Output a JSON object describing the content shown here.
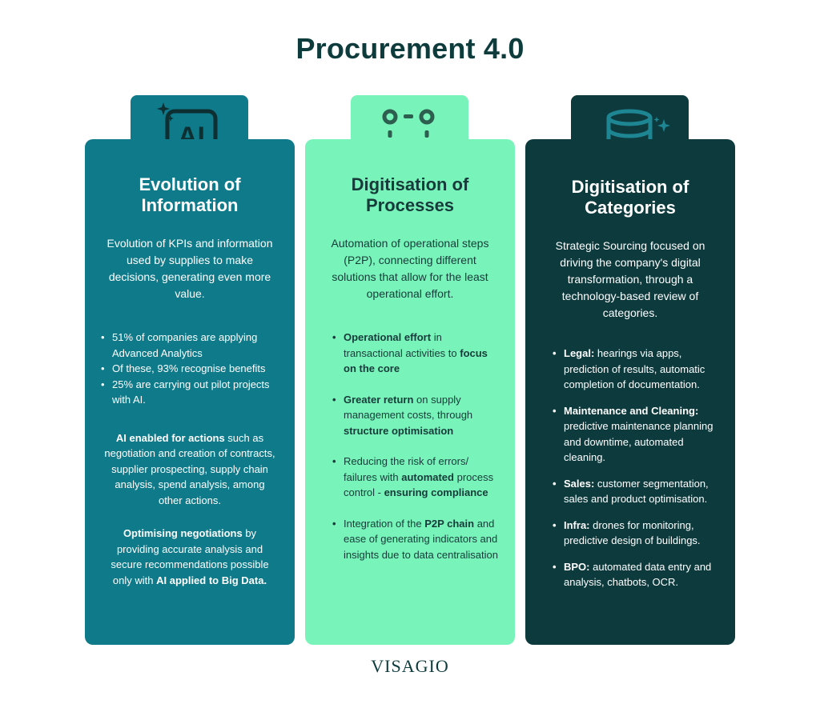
{
  "title": "Procurement 4.0",
  "logo": "VISAGIO",
  "colors": {
    "teal": "#0f7a8a",
    "mint": "#78f3b9",
    "dark": "#0d3a3d",
    "title": "#0e3b3c"
  },
  "cards": [
    {
      "icon": "ai-chip-icon",
      "icon_text": "AI",
      "title_line1": "Evolution of",
      "title_line2": "Information",
      "intro": "Evolution of KPIs and information used by supplies to make decisions, generating even more value.",
      "bullets": [
        "51% of companies are applying Advanced Analytics",
        "Of these, 93% recognise benefits",
        "25% are carrying out pilot projects with AI."
      ],
      "para1_bold": "AI enabled for actions",
      "para1_rest": " such as negotiation and creation of contracts, supplier prospecting, supply chain analysis, spend analysis, among other actions.",
      "para2_bold1": "Optimising negotiations",
      "para2_mid": " by providing accurate analysis and secure recommendations possible only with ",
      "para2_bold2": "AI applied to Big Data."
    },
    {
      "icon": "process-nodes-icon",
      "title_line1": "Digitisation of",
      "title_line2": "Processes",
      "intro": "Automation of operational steps (P2P), connecting different solutions that allow for the least operational effort.",
      "p1": {
        "b1": "Operational effort",
        "t1": " in transactional activities to ",
        "b2": "focus on the core"
      },
      "p2": {
        "b1": "Greater return",
        "t1": " on supply management costs, through ",
        "b2": "structure optimisation"
      },
      "p3": {
        "t0": "Reducing the risk of errors/ failures with ",
        "b1": "automated",
        "t1": " process control - ",
        "b2": "ensuring compliance"
      },
      "p4": {
        "t0": "Integration of the ",
        "b1": "P2P chain",
        "t1": " and ease of generating indicators and insights due to data centralisation"
      }
    },
    {
      "icon": "database-sparkle-icon",
      "title_line1": "Digitisation of",
      "title_line2": "Categories",
      "intro": "Strategic Sourcing focused on driving the company's digital transformation, through a technology-based review of categories.",
      "items": [
        {
          "label": "Legal:",
          "text": " hearings via apps, prediction of results, automatic completion of documentation."
        },
        {
          "label": "Maintenance and Cleaning:",
          "text": " predictive maintenance planning and downtime, automated cleaning."
        },
        {
          "label": "Sales:",
          "text": " customer segmentation, sales and product optimisation."
        },
        {
          "label": "Infra:",
          "text": " drones for monitoring, predictive design of buildings."
        },
        {
          "label": "BPO:",
          "text": " automated data entry and analysis, chatbots, OCR."
        }
      ]
    }
  ]
}
